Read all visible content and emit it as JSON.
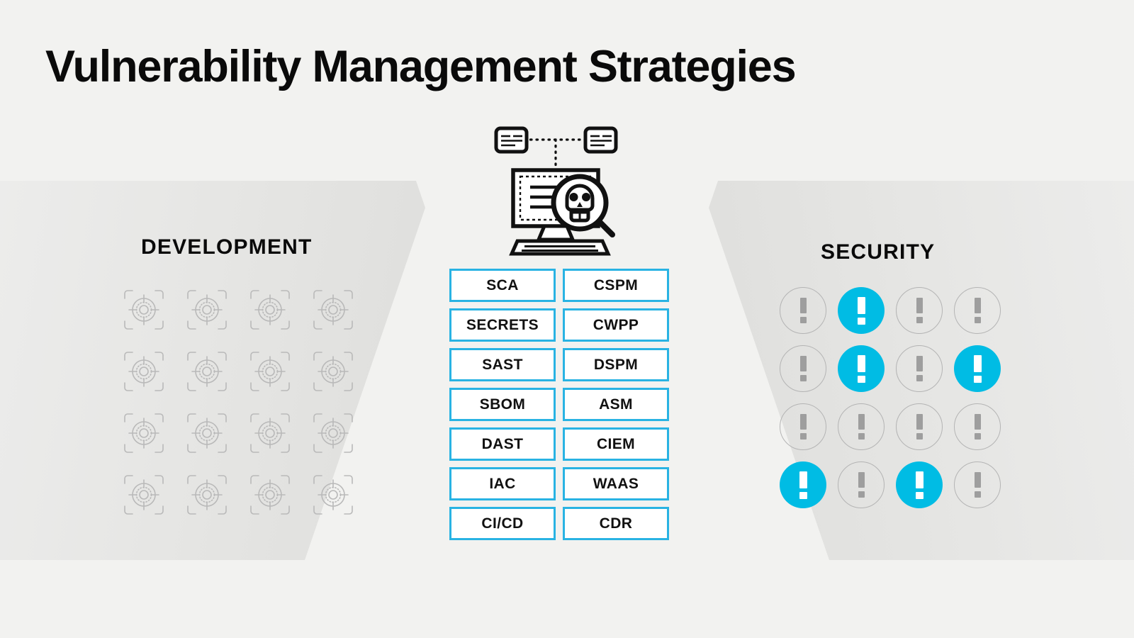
{
  "page": {
    "title": "Vulnerability Management Strategies",
    "background_color": "#f2f2f0"
  },
  "colors": {
    "accent_cyan": "#29b3e3",
    "alert_cyan": "#00bce4",
    "panel_gray": "#e6e6e4",
    "icon_gray": "#b4b4b4",
    "text_black": "#0a0a0a"
  },
  "development": {
    "heading": "DEVELOPMENT",
    "icon_name": "target-icon",
    "grid": {
      "rows": 4,
      "cols": 4,
      "count": 16
    }
  },
  "security": {
    "heading": "SECURITY",
    "icon_name": "alert-exclamation-icon",
    "grid": {
      "rows": 4,
      "cols": 4,
      "count": 16
    },
    "cells": [
      [
        false,
        true,
        false,
        false
      ],
      [
        false,
        true,
        false,
        true
      ],
      [
        false,
        false,
        false,
        false
      ],
      [
        true,
        false,
        true,
        false
      ]
    ]
  },
  "illustration": {
    "name": "monitor-skull-scan-illustration",
    "parts": [
      "document-node-left",
      "document-node-right",
      "dotted-connector",
      "monitor-screen",
      "magnifier-skull",
      "keyboard"
    ]
  },
  "tags": {
    "left_column": [
      {
        "label": "SCA"
      },
      {
        "label": "SECRETS"
      },
      {
        "label": "SAST"
      },
      {
        "label": "SBOM"
      },
      {
        "label": "DAST"
      },
      {
        "label": "IAC"
      },
      {
        "label": "CI/CD"
      }
    ],
    "right_column": [
      {
        "label": "CSPM"
      },
      {
        "label": "CWPP"
      },
      {
        "label": "DSPM"
      },
      {
        "label": "ASM"
      },
      {
        "label": "CIEM"
      },
      {
        "label": "WAAS"
      },
      {
        "label": "CDR"
      }
    ]
  }
}
